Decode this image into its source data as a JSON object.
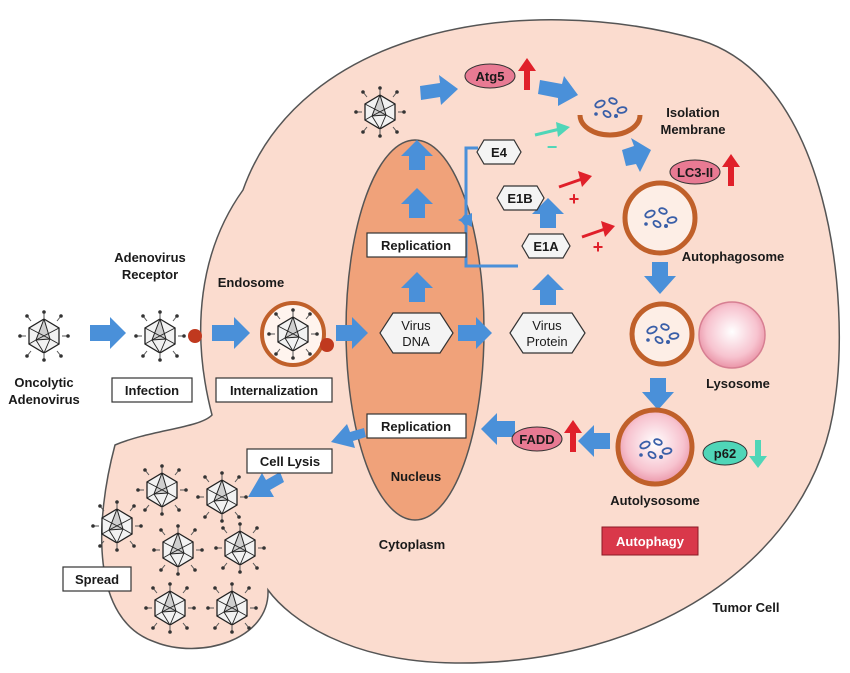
{
  "labels": {
    "oncolytic_line1": "Oncolytic",
    "oncolytic_line2": "Adenovirus",
    "receptor_line1": "Adenovirus",
    "receptor_line2": "Receptor",
    "endosome": "Endosome",
    "infection": "Infection",
    "internalization": "Internalization",
    "replication_top": "Replication",
    "replication_bottom": "Replication",
    "virus_dna_line1": "Virus",
    "virus_dna_line2": "DNA",
    "virus_protein_line1": "Virus",
    "virus_protein_line2": "Protein",
    "e4": "E4",
    "e1b": "E1B",
    "e1a": "E1A",
    "nucleus": "Nucleus",
    "cytoplasm": "Cytoplasm",
    "tumor_cell": "Tumor Cell",
    "cell_lysis": "Cell Lysis",
    "spread": "Spread",
    "atg5": "Atg5",
    "isolation_line1": "Isolation",
    "isolation_line2": "Membrane",
    "lc3": "LC3-II",
    "autophagosome": "Autophagosome",
    "lysosome": "Lysosome",
    "autolysosome": "Autolysosome",
    "fadd": "FADD",
    "p62": "p62",
    "autophagy": "Autophagy",
    "sign_minus": "−",
    "sign_plus": "+"
  },
  "colors": {
    "cell_fill": "#fbdccf",
    "nucleus_fill": "#f0a27a",
    "arrow_blue": "#4a90d9",
    "membrane_brown": "#c0602a",
    "marker_pink": "#e87a93",
    "autophagy_red": "#d9384a",
    "up_red": "#e0202a",
    "teal": "#4fd6b8"
  }
}
